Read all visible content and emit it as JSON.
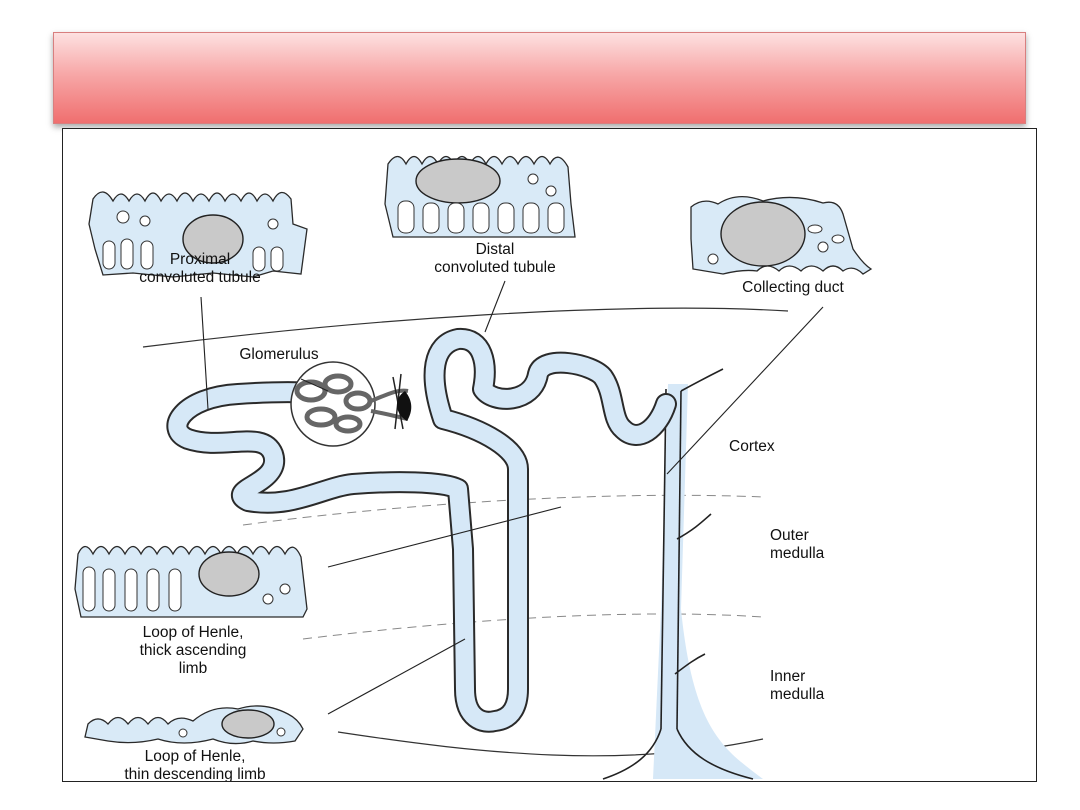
{
  "diagram": {
    "labels": {
      "pct_line1": "Proximal",
      "pct_line2": "convoluted tubule",
      "dct_line1": "Distal",
      "dct_line2": "convoluted tubule",
      "collecting_duct": "Collecting duct",
      "glomerulus": "Glomerulus",
      "cortex": "Cortex",
      "outer_line1": "Outer",
      "outer_line2": "medulla",
      "inner_line1": "Inner",
      "inner_line2": "medulla",
      "thick_line1": "Loop of Henle,",
      "thick_line2": "thick ascending",
      "thick_line3": "limb",
      "thin_line1": "Loop of Henle,",
      "thin_line2": "thin descending limb"
    },
    "colors": {
      "tubule_fill": "#d6e8f7",
      "cell_fill": "#d9eaf7",
      "nucleus_fill": "#c9c9c9",
      "banner_top": "#fde1e1",
      "banner_bottom": "#f06f6f"
    }
  }
}
